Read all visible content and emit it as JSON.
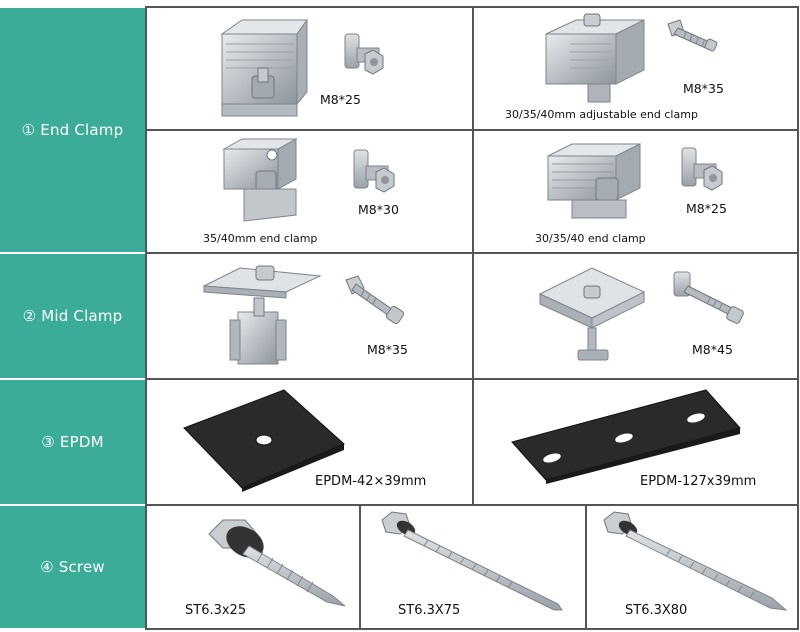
{
  "colors": {
    "sidebar": "#3aac97",
    "grid": "#555555",
    "metal": "#c9ced2",
    "rubber": "#2a2a2a"
  },
  "sections": [
    {
      "label": "① End Clamp"
    },
    {
      "label": "② Mid Clamp"
    },
    {
      "label": "③ EPDM"
    },
    {
      "label": "④ Screw"
    }
  ],
  "end_clamp": {
    "c1": {
      "bolt": "M8*25"
    },
    "c2": {
      "bolt": "M8*35",
      "desc": "30/35/40mm adjustable end clamp"
    },
    "c3": {
      "bolt": "M8*30",
      "desc": "35/40mm end clamp"
    },
    "c4": {
      "bolt": "M8*25",
      "desc": "30/35/40 end clamp"
    }
  },
  "mid_clamp": {
    "c1": {
      "bolt": "M8*35"
    },
    "c2": {
      "bolt": "M8*45"
    }
  },
  "epdm": {
    "c1": {
      "label": "EPDM-42×39mm"
    },
    "c2": {
      "label": "EPDM-127x39mm"
    }
  },
  "screw": {
    "c1": {
      "label": "ST6.3x25"
    },
    "c2": {
      "label": "ST6.3X75"
    },
    "c3": {
      "label": "ST6.3X80"
    }
  }
}
